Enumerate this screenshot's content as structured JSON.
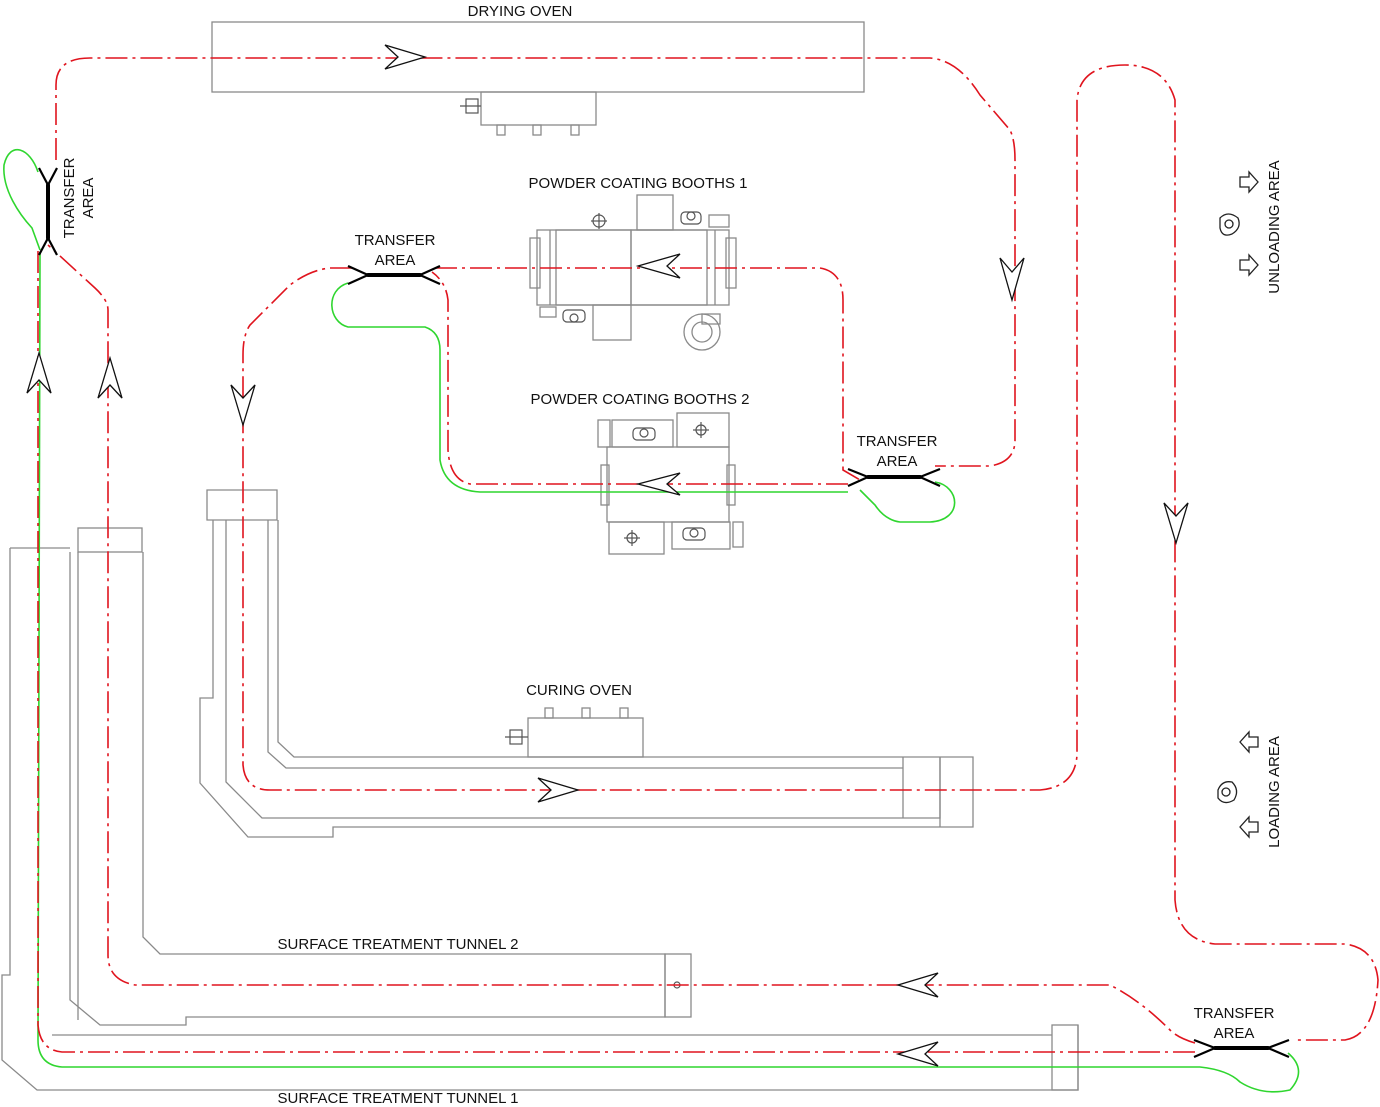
{
  "labels": {
    "drying_oven": "DRYING OVEN",
    "booths_1": "POWDER COATING BOOTHS 1",
    "booths_2": "POWDER COATING BOOTHS 2",
    "curing_oven": "CURING OVEN",
    "tunnel_2": "SURFACE TREATMENT TUNNEL 2",
    "tunnel_1": "SURFACE TREATMENT TUNNEL 1",
    "unloading": "UNLOADING AREA",
    "loading": "LOADING AREA"
  },
  "transfer_areas": [
    {
      "line1": "TRANSFER",
      "line2": "AREA"
    },
    {
      "line1": "TRANSFER",
      "line2": "AREA"
    },
    {
      "line1": "TRANSFER",
      "line2": "AREA"
    },
    {
      "line1": "TRANSFER",
      "line2": "AREA"
    }
  ],
  "colors": {
    "main_conveyor": "#e0141e",
    "return_conveyor": "#2fd62f",
    "equipment": "#8a8a8a",
    "transfer": "#000000"
  },
  "icons": [
    "direction-arrow-icon",
    "operator-icon",
    "hollow-arrow-icon",
    "burner-icon",
    "fan-icon"
  ]
}
